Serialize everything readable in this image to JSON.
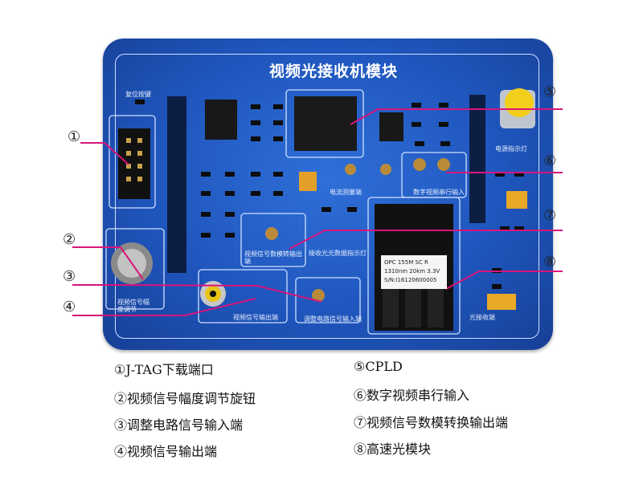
{
  "board": {
    "title": "视频光接收机模块",
    "silk_labels": {
      "reset": "复位按键",
      "amp": "视频信号幅度调节",
      "current": "电流测量端",
      "serial_in": "数字视频串行输入",
      "da_out": "视频信号数模转输出端",
      "video_out": "视频信号输出端",
      "adj_in": "调整电路信号输入端",
      "opt_ind": "接收光光数据指示灯",
      "pwr_ind": "电源指示灯",
      "rx_port": "光接收端"
    },
    "sticker": {
      "line1": "OPC 155M  SC  R",
      "line2": "1310nm  20km  3.3V",
      "line3": "S/N:I16120600005"
    }
  },
  "callouts": [
    "①",
    "②",
    "③",
    "④",
    "⑤",
    "⑥",
    "⑦",
    "⑧"
  ],
  "legend": {
    "left": [
      "①J-TAG下载端口",
      "②视频信号幅度调节旋钮",
      "③调整电路信号输入端",
      "④视频信号输出端"
    ],
    "right": [
      "⑤CPLD",
      "⑥数字视频串行输入",
      "⑦视频信号数模转换输出端",
      "⑧高速光模块"
    ]
  },
  "colors": {
    "board": "#1f56bd",
    "leader": "#d8157a",
    "legend_text": "#111111"
  }
}
